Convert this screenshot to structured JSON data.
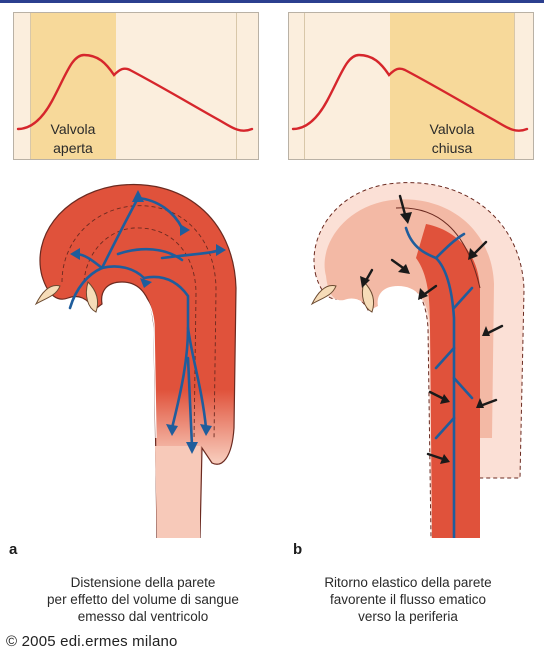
{
  "panel_a": {
    "label_line1": "Valvola",
    "label_line2": "aperta"
  },
  "panel_b": {
    "label_line1": "Valvola",
    "label_line2": "chiusa"
  },
  "figure_a": {
    "letter": "a",
    "caption_line1": "Distensione della parete",
    "caption_line2": "per effetto del volume di sangue",
    "caption_line3": "emesso dal ventricolo"
  },
  "figure_b": {
    "letter": "b",
    "caption_line1": "Ritorno elastico della parete",
    "caption_line2": "favorente il flusso ematico",
    "caption_line3": "verso la periferia"
  },
  "copyright": "© 2005 edi.ermes milano",
  "colors": {
    "highlight_band": "#f7d99a",
    "panel_background": "#fbeedd",
    "pressure_curve": "#d6262c",
    "aorta_wall_distended": "#e0523b",
    "aorta_wall_light": "#f7c9b9",
    "blood_flow_arrows": "#1f5d9c",
    "recoil_arrows": "#1a1a1a",
    "valve_cusps": "#f6dcb8"
  }
}
